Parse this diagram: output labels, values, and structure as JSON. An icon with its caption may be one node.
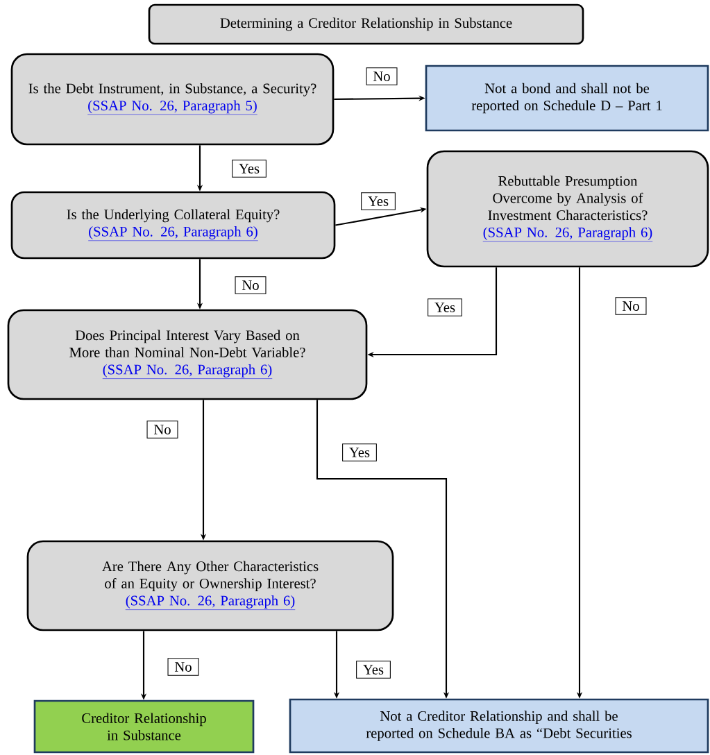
{
  "diagram": {
    "nodes": [
      {
        "text": [
          "Determining a Creditor Relationship in Substance"
        ]
      },
      {
        "text": [
          "Is the Debt Instrument, in Substance, a Security?",
          "(SSAP No. 26, Paragraph 5)"
        ]
      },
      {
        "text": [
          "Not a bond and shall not be reported on Schedule D – Part 1"
        ]
      },
      {
        "text": [
          "Is the Underlying Collateral Equity?",
          "(SSAP No. 26, Paragraph 6)"
        ]
      },
      {
        "text": [
          "Rebuttable Presumption Overcome by Analysis of Investment Characteristics?",
          "(SSAP No. 26, Paragraph 6)"
        ]
      },
      {
        "text": [
          "Does Principal Interest Vary Based on More than Nominal Non-Debt Variable?",
          "(SSAP No. 26, Paragraph 6)"
        ]
      },
      {
        "text": [
          "Are There Any Other Characteristics of an Equity or Ownership Interest?",
          "(SSAP No. 26, Paragraph 6)"
        ]
      },
      {
        "text": [
          "Creditor Relationship in Substance"
        ]
      },
      {
        "text": [
          "Not a Creditor Relationship and shall be reported on Schedule BA as “Debt Securities"
        ]
      }
    ],
    "edges": [
      {
        "from": 1,
        "to": 2,
        "arrow": "to",
        "label": "No"
      },
      {
        "from": 1,
        "to": 3,
        "arrow": "to",
        "label": "Yes"
      },
      {
        "from": 3,
        "to": 4,
        "arrow": "to",
        "label": "Yes"
      },
      {
        "from": 3,
        "to": 5,
        "arrow": "to",
        "label": "No"
      },
      {
        "from": 4,
        "to": 5,
        "arrow": "to",
        "label": "Yes"
      },
      {
        "from": 4,
        "to": 8,
        "arrow": "to",
        "label": "No"
      },
      {
        "from": 5,
        "to": 6,
        "arrow": "to",
        "label": "No"
      },
      {
        "from": 5,
        "to": 8,
        "arrow": "to",
        "label": "Yes"
      },
      {
        "from": 6,
        "to": 7,
        "arrow": "to",
        "label": "No"
      },
      {
        "from": 6,
        "to": 8,
        "arrow": "to",
        "label": "Yes"
      }
    ]
  }
}
